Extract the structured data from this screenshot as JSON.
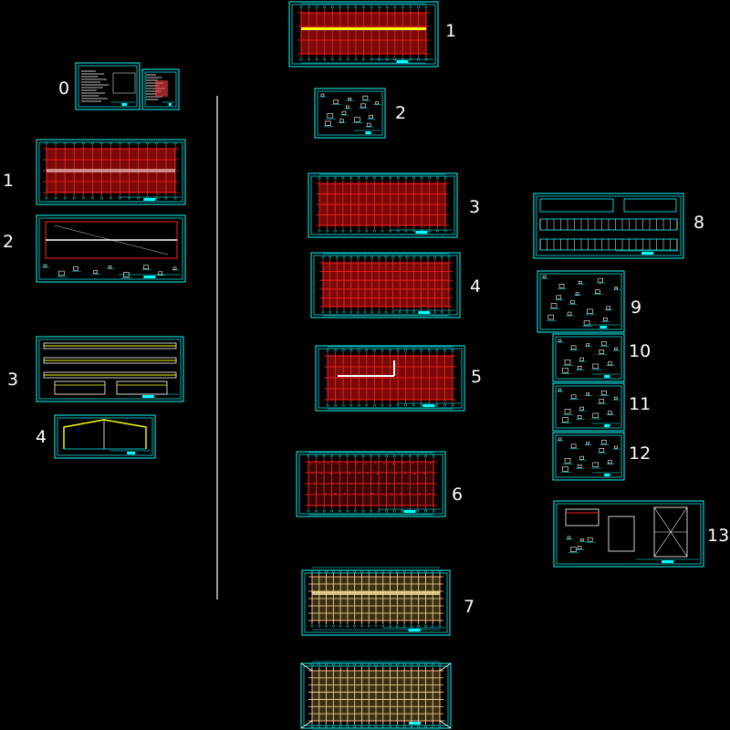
{
  "colors": {
    "background": "#000000",
    "frame": "#00ffff",
    "grid": "#ff2020",
    "beam": "#ffff00",
    "text": "#ffffff",
    "fill_dark": "#7a0a0a",
    "light_yellow": "#ffe9a0"
  },
  "left_column": {
    "sheets": [
      {
        "number": "0",
        "kind": "cover"
      },
      {
        "number": "1",
        "kind": "plan-grid"
      },
      {
        "number": "2",
        "kind": "roof-plan"
      },
      {
        "number": "3",
        "kind": "elevations"
      },
      {
        "number": "4",
        "kind": "section"
      }
    ]
  },
  "middle_column": {
    "sheets": [
      {
        "number": "1",
        "kind": "plan-grid"
      },
      {
        "number": "2",
        "kind": "details"
      },
      {
        "number": "3",
        "kind": "plan-grid"
      },
      {
        "number": "4",
        "kind": "plan-grid"
      },
      {
        "number": "5",
        "kind": "plan-grid"
      },
      {
        "number": "6",
        "kind": "plan-grid"
      },
      {
        "number": "7",
        "kind": "roof-framing"
      },
      {
        "number": "",
        "kind": "roof-framing"
      }
    ]
  },
  "right_column": {
    "sheets": [
      {
        "number": "8",
        "kind": "elevations"
      },
      {
        "number": "9",
        "kind": "details"
      },
      {
        "number": "10",
        "kind": "details"
      },
      {
        "number": "11",
        "kind": "details"
      },
      {
        "number": "12",
        "kind": "details"
      },
      {
        "number": "13",
        "kind": "details"
      }
    ]
  }
}
